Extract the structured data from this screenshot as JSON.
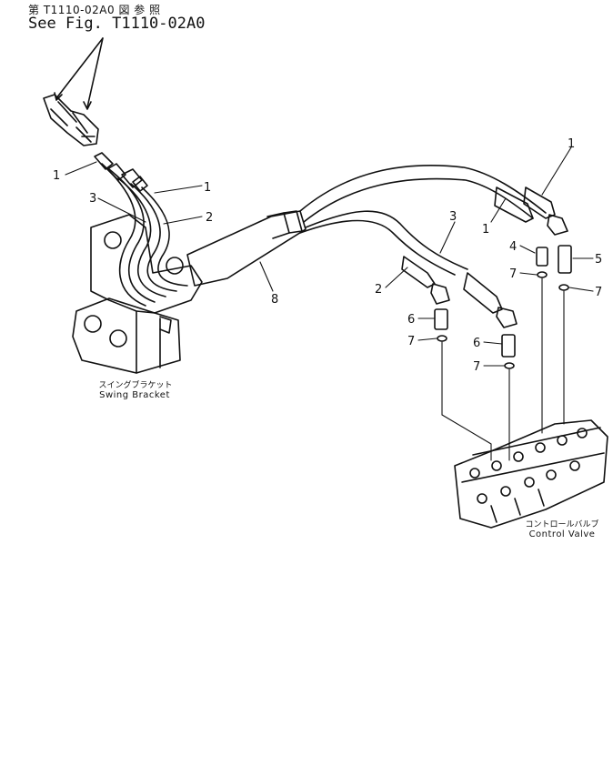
{
  "header": {
    "ref_jp": "第 T1110-02A0 図 参 照",
    "ref_en": "See Fig. T1110-02A0"
  },
  "captions": {
    "swing_bracket_jp": "スイングブラケット",
    "swing_bracket_en": "Swing  Bracket",
    "control_valve_jp": "コントロールバルブ",
    "control_valve_en": "Control  Valve"
  },
  "callouts": {
    "hose_top_left_upper": "1",
    "hose_top_left_mid": "1",
    "hose_top_left_2": "2",
    "hose_top_left_3": "3",
    "cover_8": "8",
    "hose_right_1a": "1",
    "hose_right_1b": "1",
    "hose_right_3": "3",
    "hose_right_2": "2",
    "fitting_4": "4",
    "fitting_5": "5",
    "oring_7a": "7",
    "oring_7b": "7",
    "fitting_6a": "6",
    "oring_7c": "7",
    "fitting_6b": "6",
    "oring_7d": "7"
  }
}
